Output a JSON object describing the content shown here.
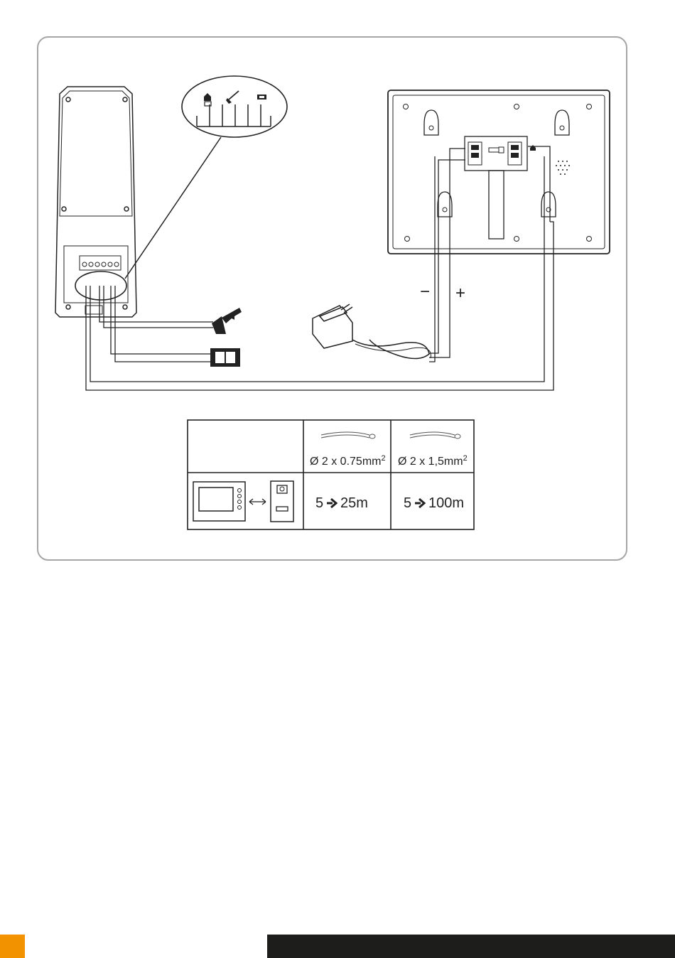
{
  "wiring": {
    "polarity": {
      "minus": "−",
      "plus": "+"
    }
  },
  "cable_table": {
    "columns": [
      {
        "section": "Ø 2 x 0.75mm",
        "exponent": "2"
      },
      {
        "section": "Ø 2 x 1,5mm",
        "exponent": "2"
      }
    ],
    "distances": [
      {
        "from": "5",
        "to": "25m"
      },
      {
        "from": "5",
        "to": "100m"
      }
    ]
  },
  "colors": {
    "frame": "#a6a6a6",
    "line": "#222222",
    "accent": "#f39200",
    "footer_bar": "#1d1d1b"
  },
  "icons": [
    "home-icon",
    "monitor-icon",
    "key-icon",
    "gate-icon",
    "power-adapter-icon",
    "cable-icon",
    "arrow-right-icon"
  ]
}
